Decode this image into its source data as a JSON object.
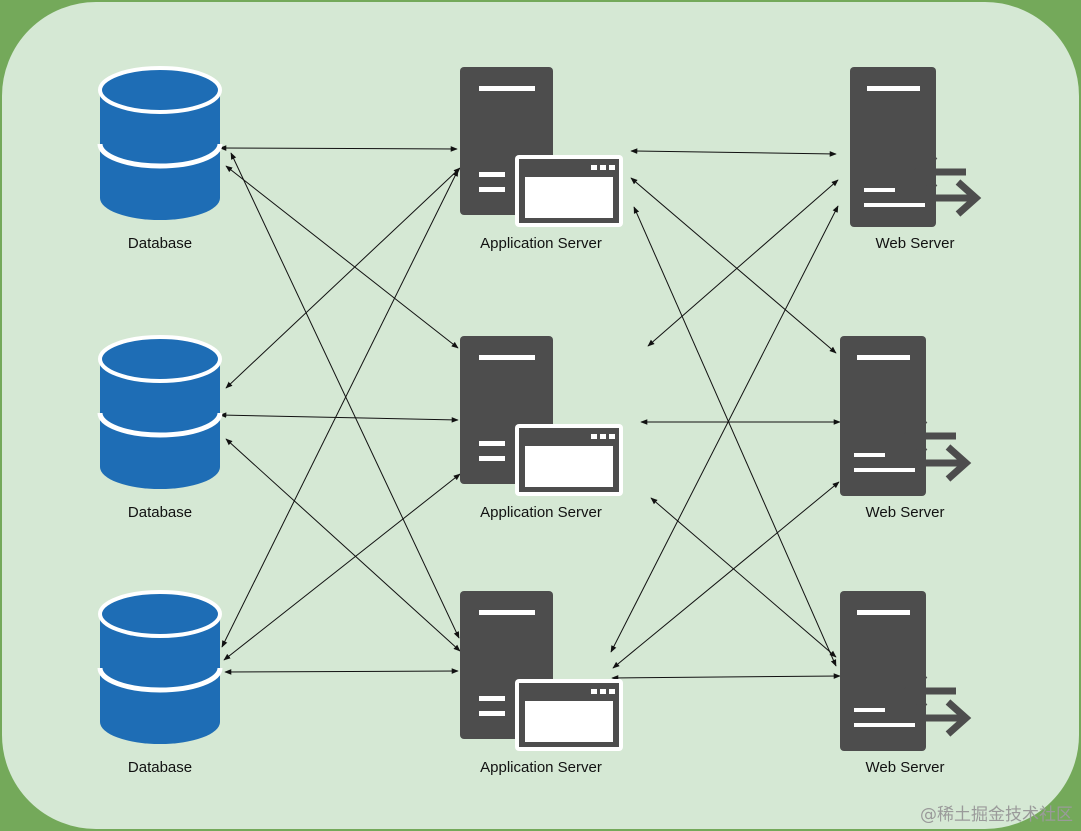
{
  "colors": {
    "outer_background": "#74a95a",
    "panel_background": "#d5e8d4",
    "database_fill": "#1e6db5",
    "database_stroke": "#ffffff",
    "server_fill": "#4d4d4d",
    "connector": "#111111"
  },
  "databases": [
    {
      "label": "Database",
      "icon": "database-icon"
    },
    {
      "label": "Database",
      "icon": "database-icon"
    },
    {
      "label": "Database",
      "icon": "database-icon"
    }
  ],
  "application_servers": [
    {
      "label": "Application Server",
      "icon": "application-server-icon"
    },
    {
      "label": "Application Server",
      "icon": "application-server-icon"
    },
    {
      "label": "Application Server",
      "icon": "application-server-icon"
    }
  ],
  "web_servers": [
    {
      "label": "Web Server",
      "icon": "web-server-icon"
    },
    {
      "label": "Web Server",
      "icon": "web-server-icon"
    },
    {
      "label": "Web Server",
      "icon": "web-server-icon"
    }
  ],
  "connections": [
    {
      "from": "database-1",
      "to": "application-server-1",
      "bidirectional": true
    },
    {
      "from": "database-1",
      "to": "application-server-2",
      "bidirectional": true
    },
    {
      "from": "database-1",
      "to": "application-server-3",
      "bidirectional": true
    },
    {
      "from": "database-2",
      "to": "application-server-1",
      "bidirectional": true
    },
    {
      "from": "database-2",
      "to": "application-server-2",
      "bidirectional": true
    },
    {
      "from": "database-2",
      "to": "application-server-3",
      "bidirectional": true
    },
    {
      "from": "database-3",
      "to": "application-server-1",
      "bidirectional": true
    },
    {
      "from": "database-3",
      "to": "application-server-2",
      "bidirectional": true
    },
    {
      "from": "database-3",
      "to": "application-server-3",
      "bidirectional": true
    },
    {
      "from": "application-server-1",
      "to": "web-server-1",
      "bidirectional": true
    },
    {
      "from": "application-server-1",
      "to": "web-server-2",
      "bidirectional": true
    },
    {
      "from": "application-server-1",
      "to": "web-server-3",
      "bidirectional": true
    },
    {
      "from": "application-server-2",
      "to": "web-server-1",
      "bidirectional": true
    },
    {
      "from": "application-server-2",
      "to": "web-server-2",
      "bidirectional": true
    },
    {
      "from": "application-server-2",
      "to": "web-server-3",
      "bidirectional": true
    },
    {
      "from": "application-server-3",
      "to": "web-server-1",
      "bidirectional": true
    },
    {
      "from": "application-server-3",
      "to": "web-server-2",
      "bidirectional": true
    },
    {
      "from": "application-server-3",
      "to": "web-server-3",
      "bidirectional": true
    }
  ],
  "watermark": "@稀土掘金技术社区"
}
